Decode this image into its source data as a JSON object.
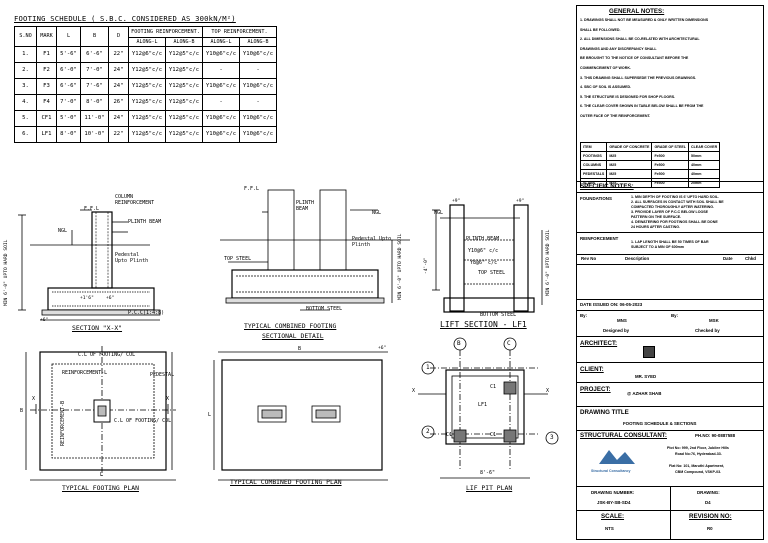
{
  "schedule": {
    "title": "FOOTING SCHEDULE ( S.B.C. CONSIDERED AS 300kN/M²)",
    "head_row1": [
      "S.NO",
      "MARK",
      "L",
      "B",
      "D",
      "FOOTING REINFORCEMENT.",
      "TOP REINFORCEMENT."
    ],
    "head_row2": [
      "ALONG-L",
      "ALONG-B",
      "ALONG-L",
      "ALONG-B"
    ],
    "rows": [
      [
        "1.",
        "F1",
        "5'-6\"",
        "6'-6\"",
        "22\"",
        "Y12@6\"c/c",
        "Y12@5\"c/c",
        "Y10@6\"c/c",
        "Y10@6\"c/c"
      ],
      [
        "2.",
        "F2",
        "6'-0\"",
        "7'-0\"",
        "24\"",
        "Y12@5\"c/c",
        "Y12@5\"c/c",
        "-",
        "-"
      ],
      [
        "3.",
        "F3",
        "6'-6\"",
        "7'-6\"",
        "24\"",
        "Y12@5\"c/c",
        "Y12@5\"c/c",
        "Y10@6\"c/c",
        "Y10@6\"c/c"
      ],
      [
        "4.",
        "F4",
        "7'-0\"",
        "8'-0\"",
        "26\"",
        "Y12@5\"c/c",
        "Y12@5\"c/c",
        "-",
        "-"
      ],
      [
        "5.",
        "CF1",
        "5'-0\"",
        "11'-0\"",
        "24\"",
        "Y12@5\"c/c",
        "Y12@5\"c/c",
        "Y10@6\"c/c",
        "Y10@6\"c/c"
      ],
      [
        "6.",
        "LF1",
        "8'-0\"",
        "10'-0\"",
        "22\"",
        "Y12@5\"c/c",
        "Y12@5\"c/c",
        "Y10@6\"c/c",
        "Y10@6\"c/c"
      ]
    ]
  },
  "drawings": {
    "section_xx": {
      "title": "SECTION \"X-X\"",
      "ffl": "F.F.L",
      "column_reinf": "COLUMN REINFORCEMENT",
      "plinth_beam": "PLINTH BEAM",
      "ngl": "NGL",
      "pedestal": "Pedestal Upto Plinth",
      "min_depth": "MIN 6'-0\" UPTO HARD SOIL",
      "pcc": "P.C.C(1:4:8)",
      "dim_a": "+1'6\"",
      "dim_b": "+6\"",
      "dim_c": "+6\""
    },
    "combined_section": {
      "title1": "TYPICAL COMBINED FOOTING",
      "title2": "SECTIONAL DETAIL",
      "ffl": "F.F.L",
      "plinth_beam": "PLINTH BEAM",
      "ngl": "NGL",
      "pedestal": "Pedestal Upto Plinth",
      "top_steel": "TOP STEEL",
      "bottom_steel": "BOTTOM STEEL",
      "min_depth": "MIN 6'-0\" UPTO HARD SOIL"
    },
    "lift_section": {
      "title": "LIFT SECTION - LF1",
      "ngl": "NGL",
      "plinth_beam": "PLINTH BEAM",
      "top_steel": "TOP STEEL",
      "bottom_steel": "BOTTOM STEEL",
      "bar1": "Y10@6\" c/c",
      "bar2": "Y8@6\" c/c",
      "min_depth": "MIN 6'-0\" UPTO HARD SOIL",
      "lvl1": "+9\"",
      "lvl2": "+9\"",
      "lvl3": "-4'-0\""
    },
    "typical_plan": {
      "title": "TYPICAL FOOTING PLAN",
      "col_label": "C.L OF FOOTING/ COL",
      "reinf_l": "REINFORCEMENT-L",
      "reinf_b": "REINFORCEMENT-B",
      "pedestal": "PEDESTAL",
      "col_label2": "C.L OF FOOTING/ COL",
      "b": "B",
      "l": "L",
      "x": "X"
    },
    "combined_plan": {
      "title": "TYPICAL COMBINED FOOTING PLAN",
      "b": "B",
      "l": "L",
      "dim": "+6\""
    },
    "lift_plan": {
      "title": "LIF PIT PLAN",
      "grid_b": "B",
      "grid_c": "C",
      "grid_1": "1",
      "grid_2": "2",
      "grid_3": "3",
      "c1": "C1",
      "lf1": "LF1",
      "dim": "8'-6\"",
      "x": "X"
    }
  },
  "title_block": {
    "general_notes_title": "GENERAL NOTES:",
    "general_notes": [
      "1. DRAWINGS SHALL NOT BE MEASURED & ONLY WRITTEN DIMENSIONS",
      "   SHALL BE FOLLOWED.",
      "2. ALL DIMENSIONS SHALL BE CO-RELATED WITH ARCHITECTURAL",
      "   DRAWINGS AND ANY DISCREPANCY SHALL",
      "   BE BROUGHT TO THE NOTICE OF CONSULTANT BEFORE THE",
      "   COMMENCEMENT OF WORK.",
      "3. THIS DRAWING SHALL SUPERSEDE THE PREVIOUS DRAWINGS.",
      "4. SBC OF SOIL IS ASSUMED.",
      "5. THE STRUCTURE IS DESIGNED FOR SHOP FLOORS.",
      "6. THE CLEAR COVER SHOWN IN TABLE BELOW SHALL BE FROM THE",
      "   OUTER FACE OF THE REINFORCEMENT."
    ],
    "grade_table": {
      "head": [
        "ITEM",
        "GRADE OF CONCRETE",
        "GRADE OF STEEL",
        "CLEAR COVER"
      ],
      "rows": [
        [
          "FOOTINGS",
          "M25",
          "Fe500",
          "50mm"
        ],
        [
          "COLUMNS",
          "M25",
          "Fe500",
          "40mm"
        ],
        [
          "PEDESTALS",
          "M25",
          "Fe500",
          "40mm"
        ],
        [
          "SLABS",
          "M25",
          "Fe500",
          "20mm"
        ]
      ]
    },
    "specific_notes_title": "SPECIFIC NOTES:",
    "foundation_label": "FOUNDATIONS",
    "foundation_notes": [
      "1. MIN DEPTH OF FOOTING IS 6' UPTO HARD SOIL.",
      "2. ALL SURFACES IN CONTACT WITH SOIL SHALL BE",
      "   COMPACTED THOROUGHLY AFTER WATERING.",
      "3. PROVIDE LAYER OF P.C.C BELOW LOOSE",
      "   PATTERN ON THE SURFACE.",
      "4. DEWATERING FOR FOOTINGS SHALL BE DONE",
      "   24 HOURS AFTER CASTING."
    ],
    "reinforcement_label": "REINFORCEMENT",
    "reinforcement_notes": [
      "1. LAP LENGTH SHALL BE 50 TIMES OF BAR",
      "   SUBJECT TO A MIN OF 600mm"
    ],
    "revision_head": [
      "Rev No",
      "Description",
      "Date",
      "Chkd"
    ],
    "date_issued": "DATE ISSUED ON: 06-05-2023",
    "by_label": "By:",
    "by_value": "MNS",
    "chkd_label": "By:",
    "chkd_value": "MSK",
    "designed_by": "Designed by",
    "checked_by": "Checked by",
    "architect_label": "ARCHITECT:",
    "client_label": "CLIENT:",
    "client_value": "MR. SYED",
    "project_label": "PROJECT:",
    "project_value": "@ AZHAR SHAB",
    "drawing_title_label": "DRAWING TITLE",
    "drawing_title_value": "FOOTING SCHEDULE & SECTIONS",
    "consultant_label": "STRUCTURAL CONSULTANT:",
    "consultant_ph": "PH.NO: 90-0887588",
    "consultant_logo_text": "Structural Consultancy",
    "consultant_addr1": "Plot No: 999, 2nd Floor, Jubilee Hills",
    "consultant_addr2": "Road No:76, Hyderabad-33.",
    "consultant_addr3": "Flat No: 101, Maruthi Apartment,",
    "consultant_addr4": "CBM Compound, VSKP-03.",
    "drawing_number_label": "DRAWING NUMBER:",
    "drawing_number_value": "JSK-BY-SB-SD4",
    "drawing_no_label": "DRAWING:",
    "drawing_no_value": "D4",
    "scale_label": "SCALE:",
    "scale_value": "NTS",
    "revision_label": "REVISION NO:",
    "revision_value": "R0"
  }
}
